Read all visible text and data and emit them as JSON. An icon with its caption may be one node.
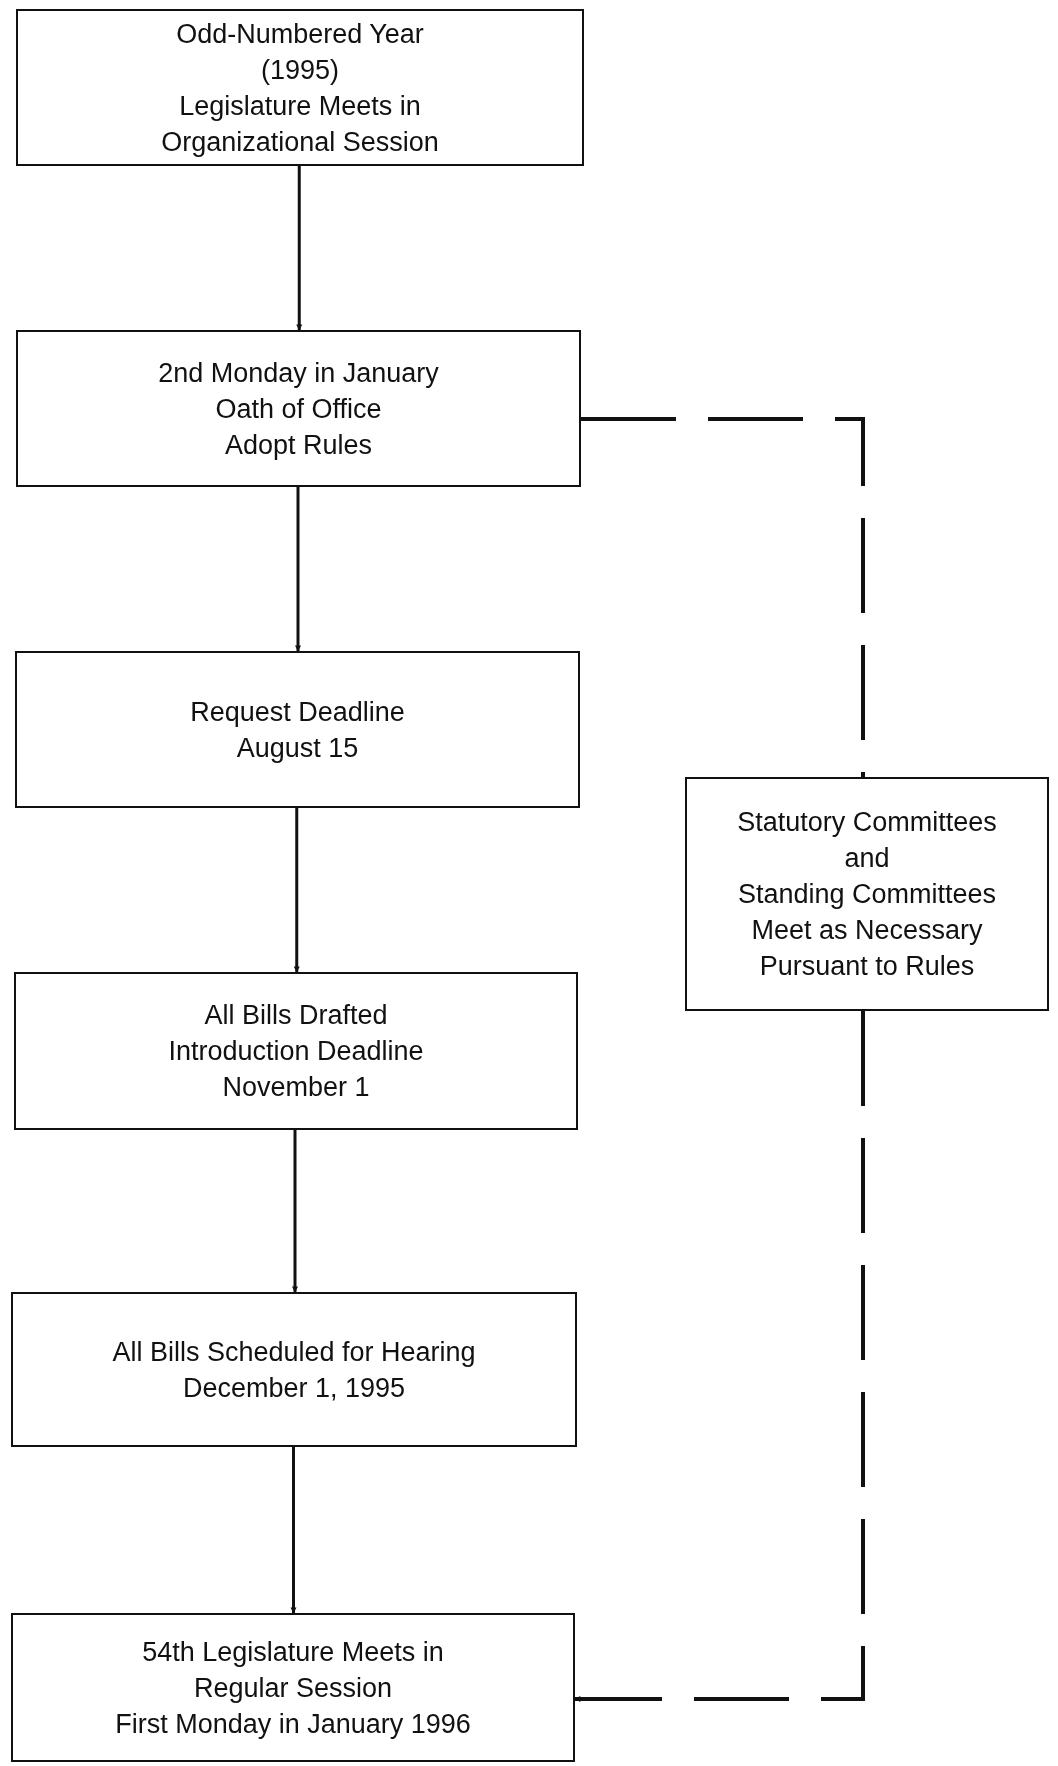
{
  "diagram": {
    "nodes": [
      {
        "text": [
          "Odd-Numbered Year",
          "(1995)",
          "Legislature Meets in Organizational Session"
        ]
      },
      {
        "text": [
          "2nd Monday in January",
          "Oath of Office",
          "Adopt Rules"
        ]
      },
      {
        "text": [
          "Request Deadline",
          "August 15"
        ]
      },
      {
        "text": [
          "All Bills Drafted",
          "Introduction Deadline",
          "November 1"
        ]
      },
      {
        "text": [
          "All Bills Scheduled for Hearing",
          "December 1, 1995"
        ]
      },
      {
        "text": [
          "54th Legislature Meets in Regular Session",
          "First Monday in January 1996"
        ]
      },
      {
        "text": [
          "Statutory Committees",
          "and",
          "Standing Committees",
          "Meet as Necessary",
          "Pursuant to Rules"
        ]
      }
    ],
    "edges": [
      {
        "from": 0,
        "to": 1,
        "arrow": "to"
      },
      {
        "from": 1,
        "to": 2,
        "arrow": "to"
      },
      {
        "from": 2,
        "to": 3,
        "arrow": "to"
      },
      {
        "from": 3,
        "to": 4,
        "arrow": "to"
      },
      {
        "from": 4,
        "to": 5,
        "arrow": "to"
      },
      {
        "from": 1,
        "to": 6,
        "arrow": "none",
        "style": "dashed"
      },
      {
        "from": 6,
        "to": 5,
        "arrow": "to",
        "style": "dashed"
      }
    ]
  }
}
